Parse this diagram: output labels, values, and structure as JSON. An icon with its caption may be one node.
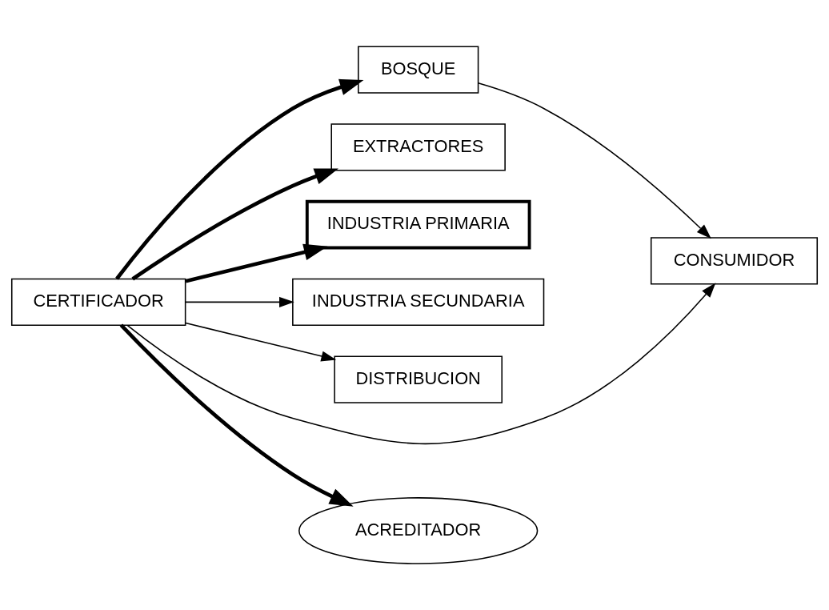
{
  "diagram": {
    "nodes": [
      {
        "text": [
          "CERTIFICADOR"
        ]
      },
      {
        "text": [
          "BOSQUE"
        ]
      },
      {
        "text": [
          "EXTRACTORES"
        ]
      },
      {
        "text": [
          "INDUSTRIA PRIMARIA"
        ]
      },
      {
        "text": [
          "INDUSTRIA SECUNDARIA"
        ]
      },
      {
        "text": [
          "DISTRIBUCION"
        ]
      },
      {
        "text": [
          "CONSUMIDOR"
        ]
      },
      {
        "text": [
          "ACREDITADOR"
        ]
      }
    ],
    "edges": [
      {
        "from": 0,
        "to": 1,
        "arrow": "to",
        "style": "thick"
      },
      {
        "from": 0,
        "to": 2,
        "arrow": "to",
        "style": "thick"
      },
      {
        "from": 0,
        "to": 3,
        "arrow": "to",
        "style": "thick"
      },
      {
        "from": 0,
        "to": 7,
        "arrow": "to",
        "style": "thick"
      },
      {
        "from": 0,
        "to": 4,
        "arrow": "to"
      },
      {
        "from": 0,
        "to": 5,
        "arrow": "to"
      },
      {
        "from": 0,
        "to": 6,
        "arrow": "to"
      },
      {
        "from": 1,
        "to": 6,
        "arrow": "to"
      }
    ]
  }
}
